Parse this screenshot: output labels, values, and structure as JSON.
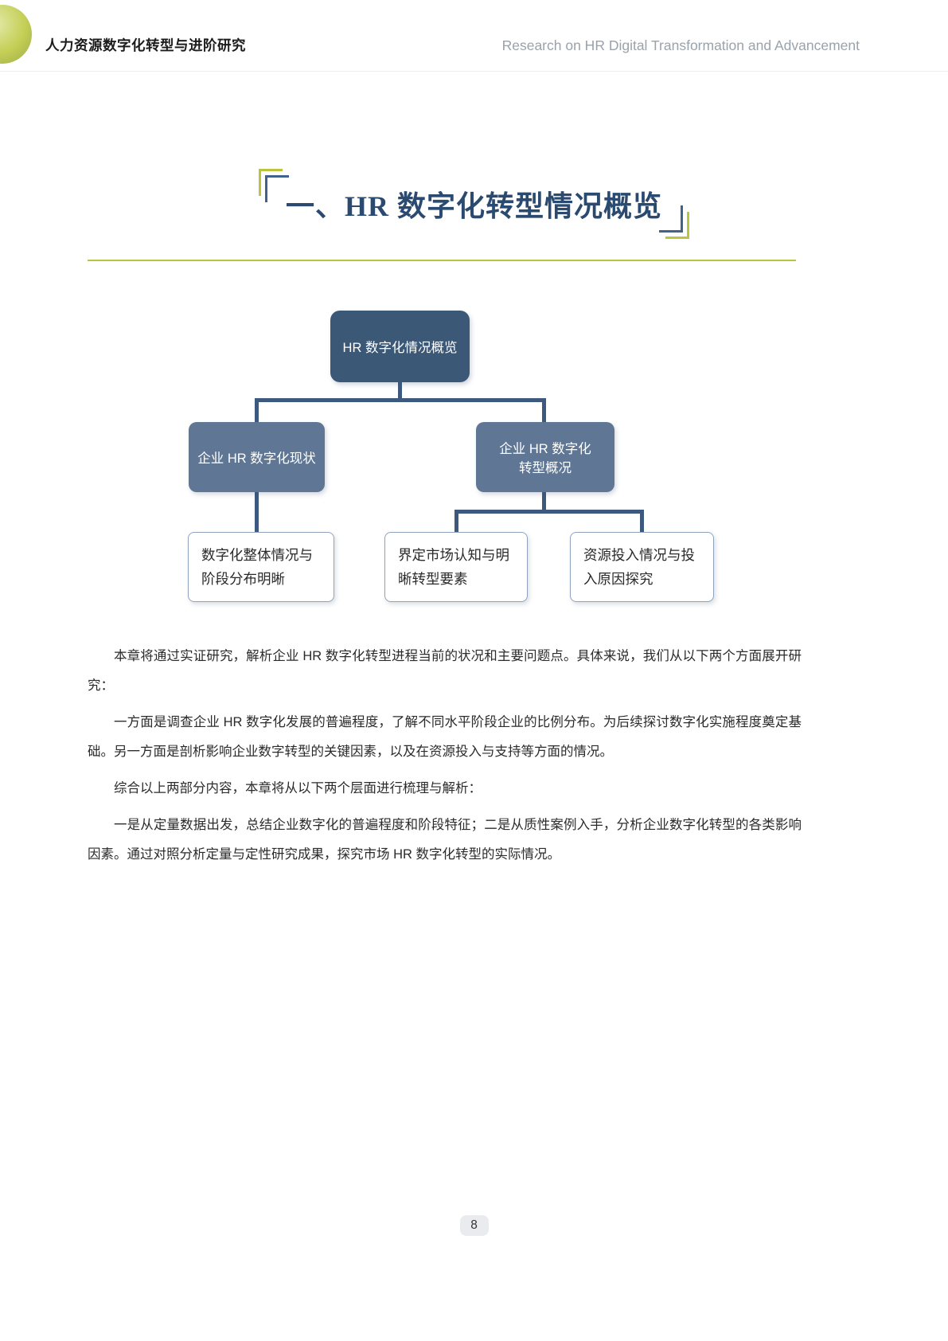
{
  "header": {
    "title_zh": "人力资源数字化转型与进阶研究",
    "title_en": "Research on HR Digital Transformation and Advancement"
  },
  "section_title": "一、HR 数字化转型情况概览",
  "diagram": {
    "root": "HR 数字化情况概览",
    "branch_left": "企业 HR 数字化现状",
    "branch_right": "企业 HR 数字化\n转型概况",
    "leaf_1": "数字化整体情况与阶段分布明晰",
    "leaf_2": "界定市场认知与明晰转型要素",
    "leaf_3": "资源投入情况与投入原因探究"
  },
  "paragraphs": [
    "本章将通过实证研究，解析企业 HR 数字化转型进程当前的状况和主要问题点。具体来说，我们从以下两个方面展开研究：",
    "一方面是调查企业 HR 数字化发展的普遍程度，了解不同水平阶段企业的比例分布。为后续探讨数字化实施程度奠定基础。另一方面是剖析影响企业数字转型的关键因素，以及在资源投入与支持等方面的情况。",
    "综合以上两部分内容，本章将从以下两个层面进行梳理与解析：",
    "一是从定量数据出发，总结企业数字化的普遍程度和阶段特征；二是从质性案例入手，分析企业数字化转型的各类影响因素。通过对照分析定量与定性研究成果，探究市场 HR 数字化转型的实际情况。"
  ],
  "footer": {
    "page_number": "8"
  },
  "colors": {
    "root_box": "#3b5877",
    "branch_box": "#5f7795",
    "connector": "#3d5a7e",
    "leaf_border": "#8fa3bd",
    "accent_green": "#b9c53c",
    "title_navy": "#2b4a70"
  }
}
